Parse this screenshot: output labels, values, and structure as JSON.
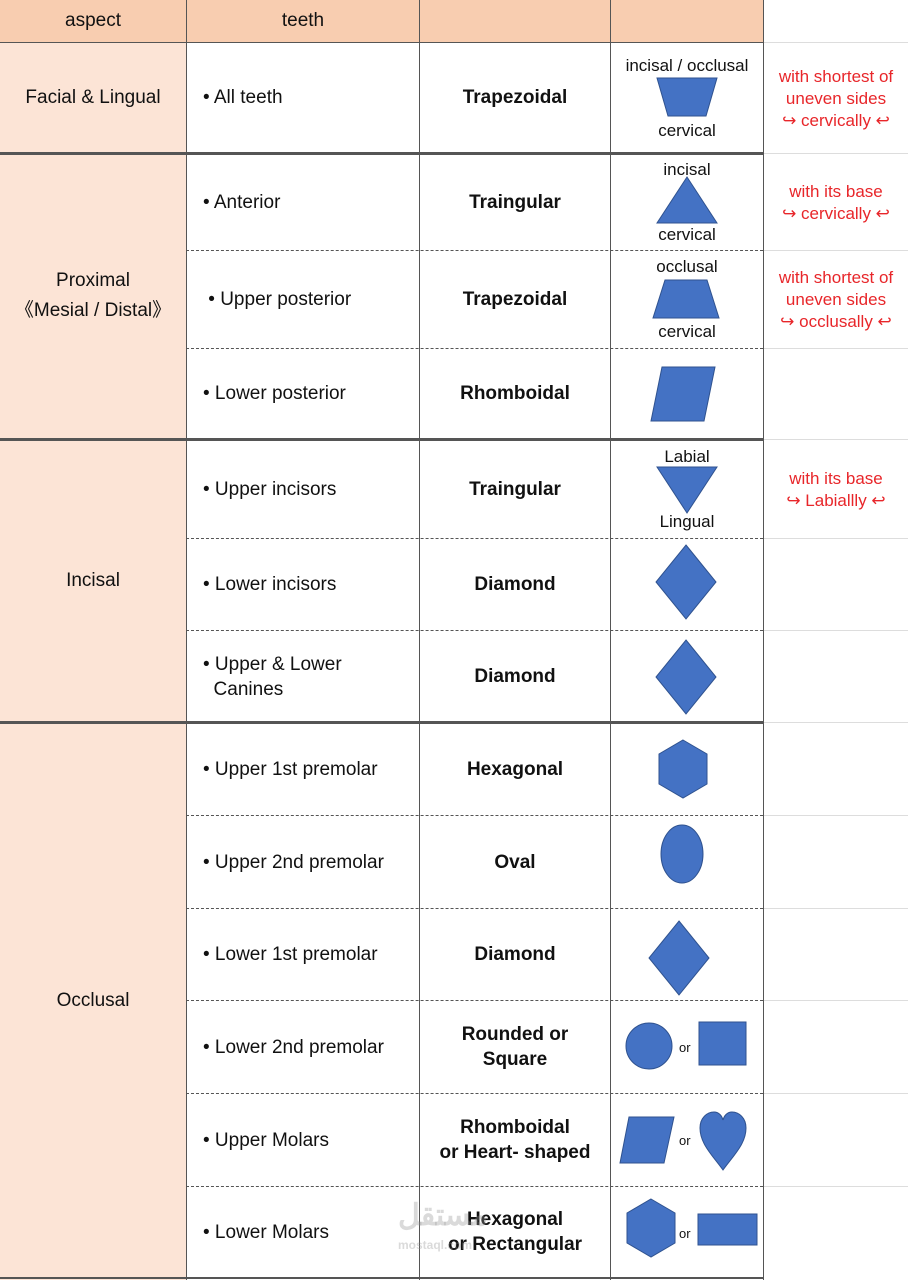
{
  "header": {
    "aspect": "aspect",
    "teeth": "teeth",
    "col3": "",
    "col4": ""
  },
  "groups": [
    {
      "name": "Facial & Lingual"
    },
    {
      "name": "Proximal\n《Mesial / Distal》"
    },
    {
      "name": "Incisal"
    },
    {
      "name": "Occlusal"
    }
  ],
  "rows": [
    {
      "teeth": "• All teeth",
      "shape": "Trapezoidal",
      "top_label": "incisal / occlusal",
      "bottom_label": "cervical",
      "icon": "trapezoid-narrow-bottom-icon",
      "note": "with shortest of\nuneven sides\n↪ cervically ↩"
    },
    {
      "teeth": "• Anterior",
      "shape": "Traingular",
      "top_label": "incisal",
      "bottom_label": "cervical",
      "icon": "triangle-up-icon",
      "note": "with its base\n↪ cervically ↩"
    },
    {
      "teeth": " • Upper posterior",
      "shape": "Trapezoidal",
      "top_label": "occlusal",
      "bottom_label": "cervical",
      "icon": "trapezoid-narrow-top-icon",
      "note": "with shortest of\nuneven sides\n↪ occlusally ↩"
    },
    {
      "teeth": "• Lower posterior",
      "shape": "Rhomboidal",
      "icon": "parallelogram-icon"
    },
    {
      "teeth": "• Upper incisors",
      "shape": "Traingular",
      "top_label": "Labial",
      "bottom_label": "Lingual",
      "icon": "triangle-down-icon",
      "note": "with its base\n↪ Labiallly ↩"
    },
    {
      "teeth": "• Lower incisors",
      "shape": "Diamond",
      "icon": "diamond-icon"
    },
    {
      "teeth": "• Upper & Lower\n  Canines",
      "shape": "Diamond",
      "icon": "diamond-icon"
    },
    {
      "teeth": "• Upper 1st premolar",
      "shape": "Hexagonal",
      "icon": "hexagon-icon"
    },
    {
      "teeth": "• Upper 2nd premolar",
      "shape": "Oval",
      "icon": "oval-icon"
    },
    {
      "teeth": "• Lower 1st premolar",
      "shape": "Diamond",
      "icon": "diamond-icon"
    },
    {
      "teeth": "• Lower 2nd premolar",
      "shape": "Rounded or\nSquare",
      "or_text": "or",
      "icon": "circle-icon",
      "icon2": "square-icon"
    },
    {
      "teeth": "• Upper Molars",
      "shape": "Rhomboidal\nor Heart- shaped",
      "or_text": "or",
      "icon": "parallelogram-icon",
      "icon2": "heart-icon"
    },
    {
      "teeth": "• Lower Molars",
      "shape": "Hexagonal\nor Rectangular",
      "or_text": "or",
      "icon": "hexagon-icon",
      "icon2": "rectangle-icon"
    }
  ],
  "watermark": {
    "arabic": "مستقل",
    "latin": "mostaql.com"
  }
}
